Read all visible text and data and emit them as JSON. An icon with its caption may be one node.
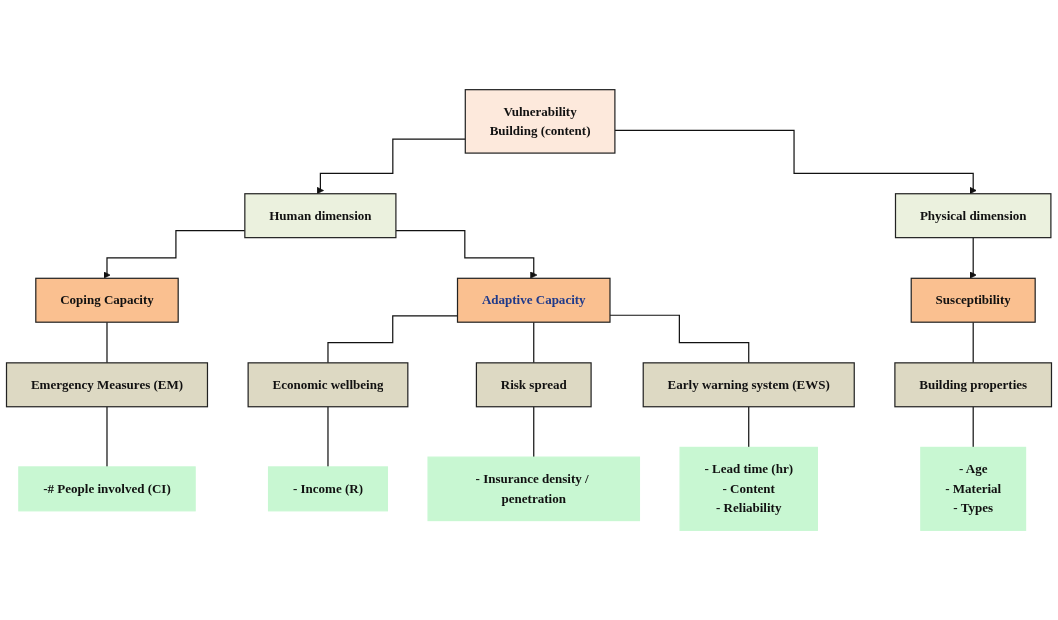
{
  "diagram": {
    "nodes": [
      {
        "text": [
          "Vulnerability",
          "Building (content)"
        ]
      },
      {
        "text": [
          "Human dimension"
        ]
      },
      {
        "text": [
          "Physical dimension"
        ]
      },
      {
        "text": [
          "Coping Capacity"
        ]
      },
      {
        "text": [
          "Adaptive Capacity"
        ]
      },
      {
        "text": [
          "Susceptibility"
        ]
      },
      {
        "text": [
          "Emergency Measures (EM)"
        ]
      },
      {
        "text": [
          "-# People involved  (CI)"
        ]
      },
      {
        "text": [
          "Economic wellbeing"
        ]
      },
      {
        "text": [
          "- Income (R)"
        ]
      },
      {
        "text": [
          "Risk spread"
        ]
      },
      {
        "text": [
          "- Insurance density / penetration"
        ]
      },
      {
        "text": [
          "Early warning system (EWS)"
        ]
      },
      {
        "text": [
          "- Lead time (hr)",
          "- Content",
          "- Reliability"
        ]
      },
      {
        "text": [
          "Building properties"
        ]
      },
      {
        "text": [
          "- Age",
          "- Material",
          "- Types"
        ]
      }
    ],
    "edges": [
      {
        "from": 0,
        "to": 1,
        "arrow": "to"
      },
      {
        "from": 0,
        "to": 2,
        "arrow": "to"
      },
      {
        "from": 1,
        "to": 3,
        "arrow": "to"
      },
      {
        "from": 1,
        "to": 4,
        "arrow": "to"
      },
      {
        "from": 2,
        "to": 5,
        "arrow": "to"
      },
      {
        "from": 3,
        "to": 6,
        "arrow": "none"
      },
      {
        "from": 4,
        "to": 8,
        "arrow": "none"
      },
      {
        "from": 4,
        "to": 10,
        "arrow": "none"
      },
      {
        "from": 4,
        "to": 12,
        "arrow": "none"
      },
      {
        "from": 5,
        "to": 14,
        "arrow": "none"
      },
      {
        "from": 6,
        "to": 7,
        "arrow": "none"
      },
      {
        "from": 8,
        "to": 9,
        "arrow": "none"
      },
      {
        "from": 10,
        "to": 11,
        "arrow": "none"
      },
      {
        "from": 12,
        "to": 13,
        "arrow": "none"
      },
      {
        "from": 14,
        "to": 15,
        "arrow": "none"
      }
    ]
  }
}
